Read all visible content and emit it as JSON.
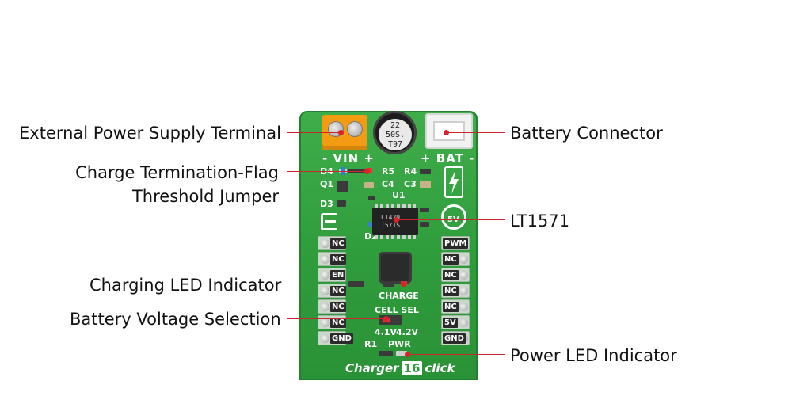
{
  "callouts": {
    "external_power": "External Power Supply Terminal",
    "termination_flag_line1": "Charge Termination-Flag",
    "termination_flag_line2": "Threshold Jumper",
    "charging_led": "Charging LED Indicator",
    "battery_voltage": "Battery Voltage Selection",
    "battery_connector": "Battery Connector",
    "lt1571": "LT1571",
    "power_led": "Power LED Indicator"
  },
  "board": {
    "vin": "- VIN +",
    "bat": "+ BAT -",
    "capacitor_text": "22\n50S.\nT97",
    "ic_text": "LT429\n1571S",
    "charge": "CHARGE",
    "cell_sel": "CELL SEL",
    "v41": "4.1V",
    "v42": "4.2V",
    "pwr": "PWR",
    "footer_pre": "Charger",
    "footer_num": "16",
    "footer_post": "click",
    "refs": {
      "d4": "D4",
      "r5": "R5",
      "q1": "Q1",
      "c4": "C4",
      "u1": "U1",
      "d3": "D3",
      "d2": "D2",
      "r4": "R4",
      "c3": "C3",
      "r1": "R1"
    },
    "left_pins": [
      "NC",
      "NC",
      "EN",
      "NC",
      "NC",
      "NC",
      "GND"
    ],
    "right_pins": [
      "PWM",
      "NC",
      "NC",
      "NC",
      "NC",
      "5V",
      "GND"
    ],
    "power_5v": "5V"
  },
  "colors": {
    "board_green": "#2f9c3c",
    "leader_red": "#c9272d",
    "terminal_orange": "#f39c12"
  }
}
